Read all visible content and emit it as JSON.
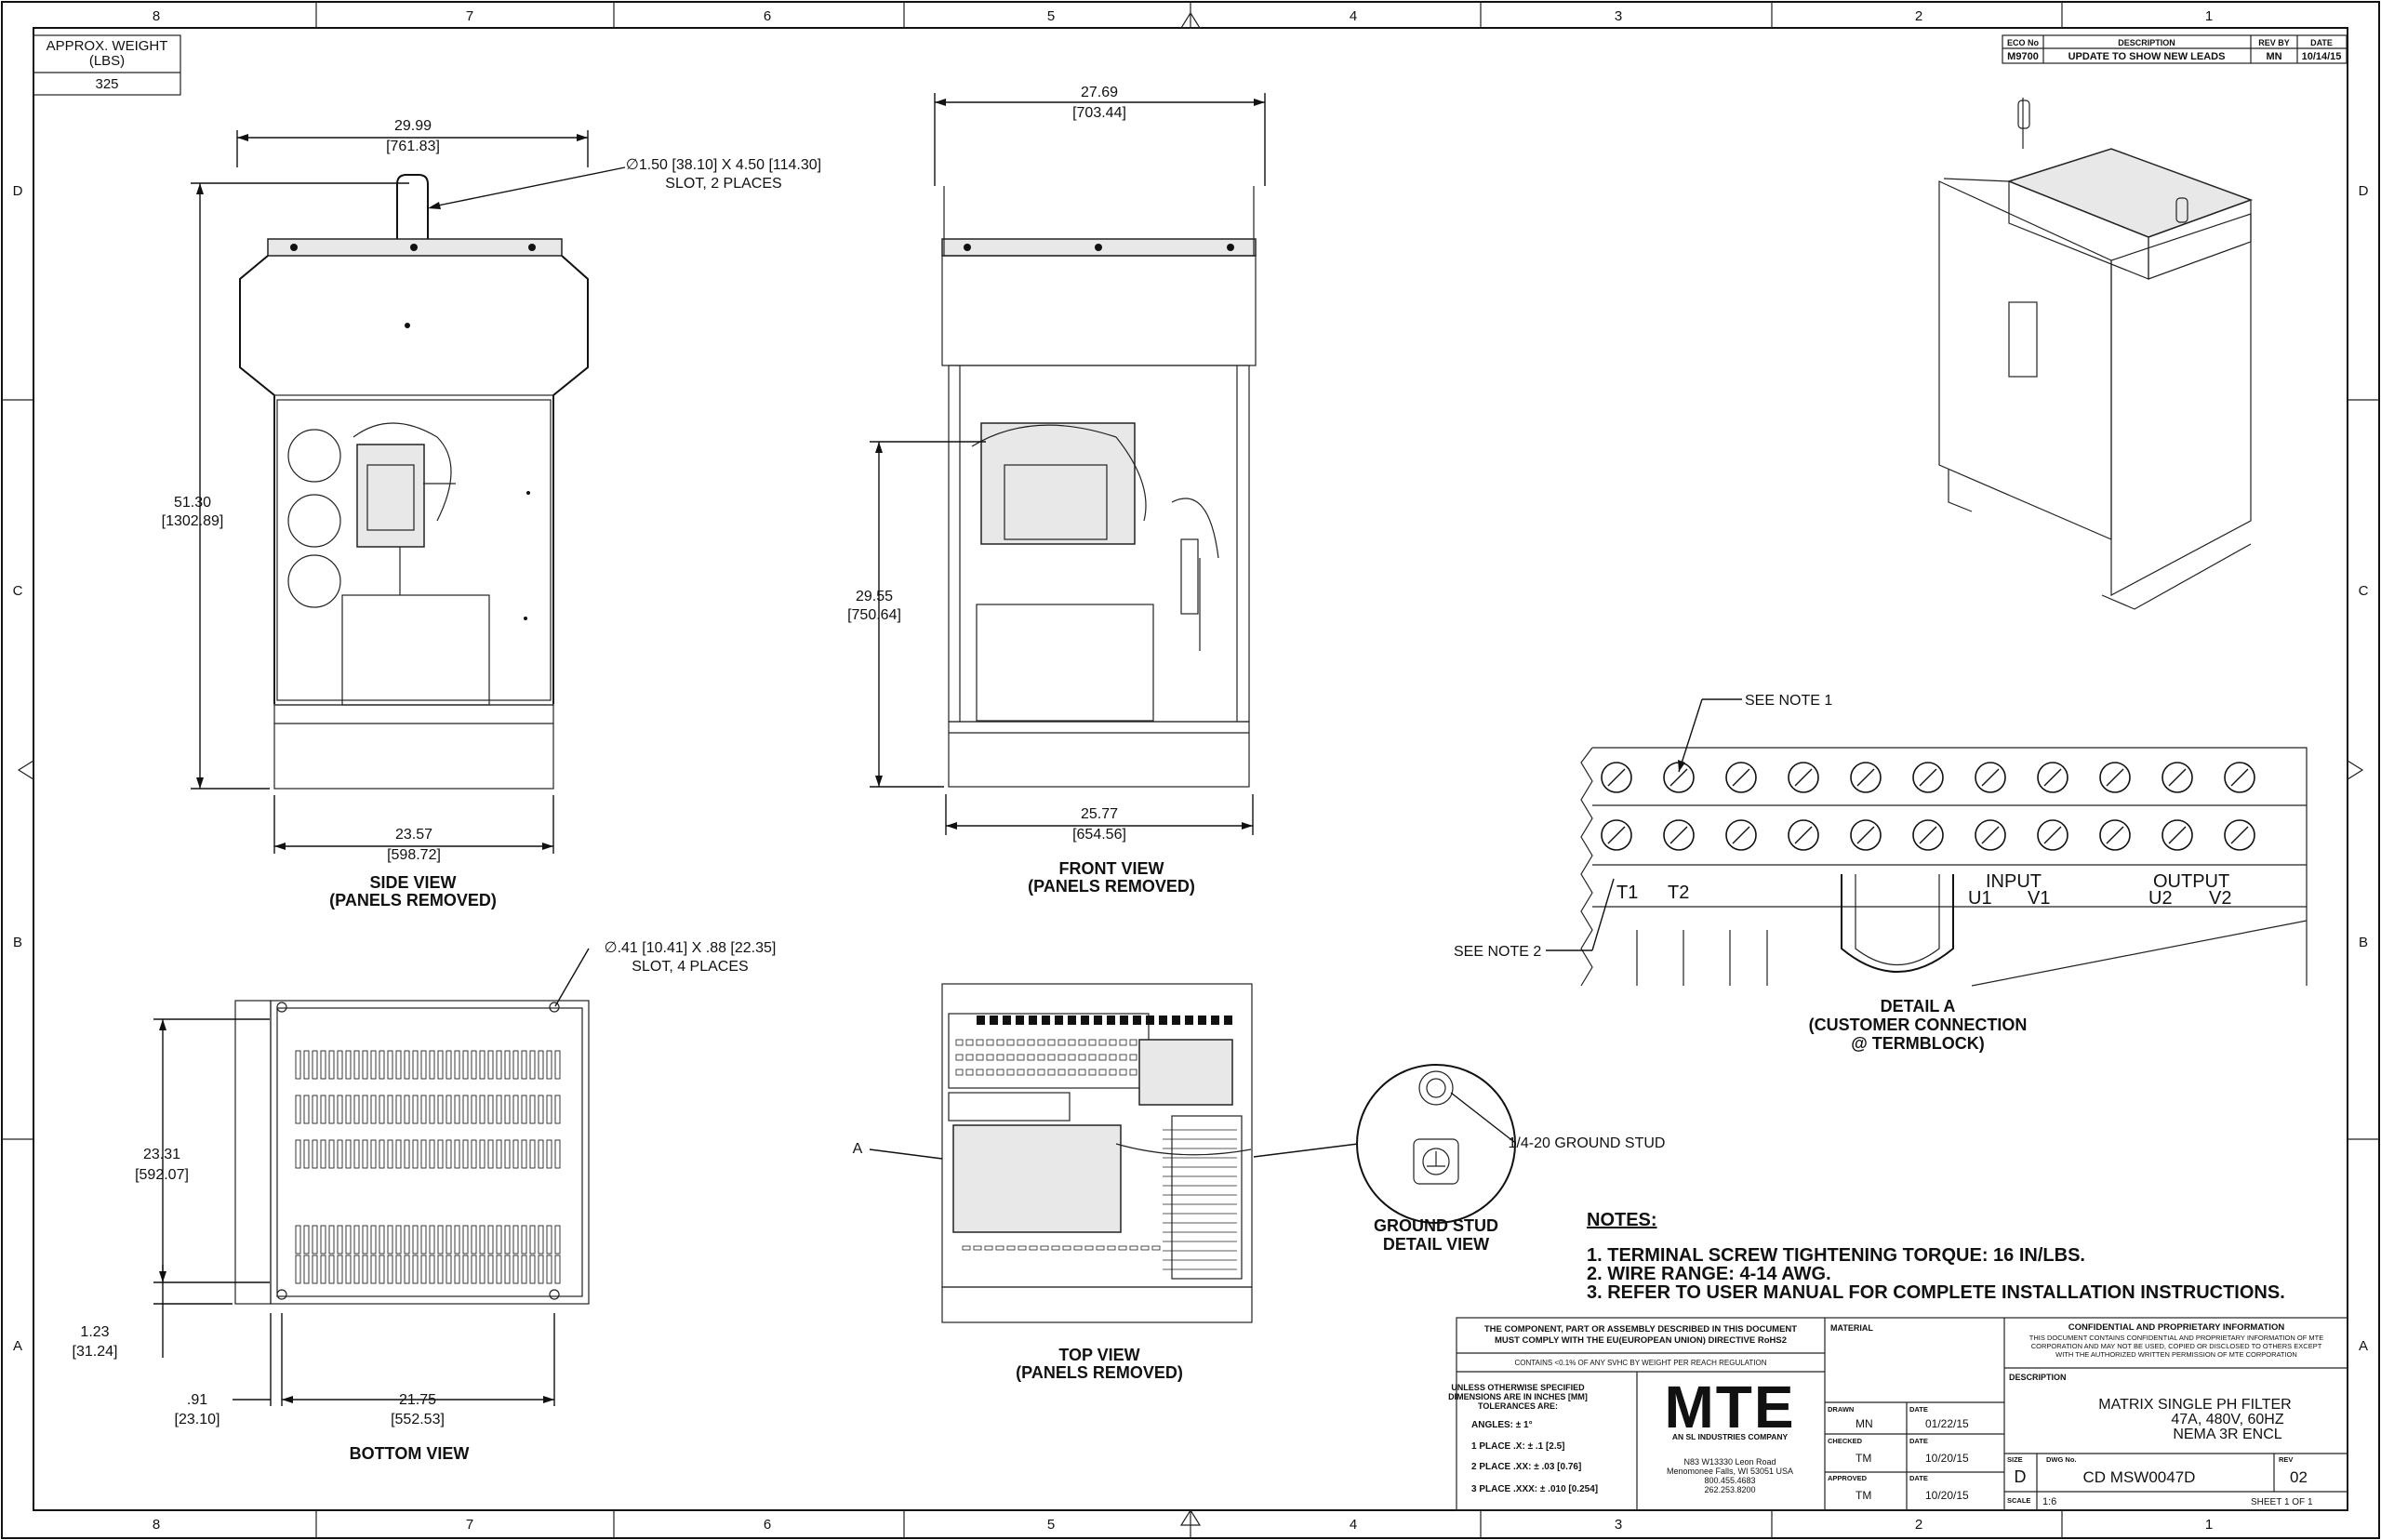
{
  "border": {
    "top_columns": [
      "8",
      "7",
      "6",
      "5",
      "4",
      "3",
      "2",
      "1"
    ],
    "bottom_columns": [
      "8",
      "7",
      "6",
      "5",
      "4",
      "3",
      "2",
      "1"
    ],
    "rows": [
      "D",
      "C",
      "B",
      "A"
    ]
  },
  "weight_box": {
    "label": "APPROX. WEIGHT\n(LBS)",
    "label_line1": "APPROX. WEIGHT",
    "label_line2": "(LBS)",
    "value": "325"
  },
  "revision_table": {
    "headers": [
      "ECO No",
      "DESCRIPTION",
      "REV BY",
      "DATE"
    ],
    "row": [
      "M9700",
      "UPDATE TO SHOW NEW LEADS",
      "MN",
      "10/14/15"
    ]
  },
  "side_view": {
    "title": "SIDE VIEW",
    "subtitle": "(PANELS REMOVED)",
    "dim_width_top": "29.99",
    "dim_width_top_mm": "[761.83]",
    "dim_height": "51.30",
    "dim_height_mm": "[1302.89]",
    "dim_width_bottom": "23.57",
    "dim_width_bottom_mm": "[598.72]",
    "slot_note_1": "∅1.50 [38.10] X 4.50 [114.30]",
    "slot_note_2": "SLOT, 2 PLACES"
  },
  "front_view": {
    "title": "FRONT VIEW",
    "subtitle": "(PANELS REMOVED)",
    "dim_width_top": "27.69",
    "dim_width_top_mm": "[703.44]",
    "dim_height": "29.55",
    "dim_height_mm": "[750.64]",
    "dim_width_bottom": "25.77",
    "dim_width_bottom_mm": "[654.56]"
  },
  "bottom_view": {
    "title": "BOTTOM VIEW",
    "slot_note_1": "∅.41 [10.41] X .88 [22.35]",
    "slot_note_2": "SLOT, 4 PLACES",
    "dim_height": "23.31",
    "dim_height_mm": "[592.07]",
    "dim_offset": "1.23",
    "dim_offset_mm": "[31.24]",
    "dim_left": ".91",
    "dim_left_mm": "[23.10]",
    "dim_width": "21.75",
    "dim_width_mm": "[552.53]"
  },
  "top_view": {
    "title": "TOP VIEW",
    "subtitle": "(PANELS REMOVED)",
    "callout": "A"
  },
  "ground_stud": {
    "title": "GROUND STUD",
    "subtitle": "DETAIL VIEW",
    "callout": "1/4-20 GROUND STUD"
  },
  "detail_a": {
    "title": "DETAIL A",
    "subtitle_1": "(CUSTOMER CONNECTION",
    "subtitle_2": "@ TERMBLOCK)",
    "note_1_callout": "SEE NOTE 1",
    "note_2_callout": "SEE NOTE 2",
    "terminals": [
      "T1",
      "T2",
      "U1",
      "V1",
      "U2",
      "V2"
    ],
    "group_labels": [
      "INPUT",
      "OUTPUT"
    ]
  },
  "notes": {
    "heading": "NOTES:",
    "items": [
      "1.  TERMINAL SCREW TIGHTENING TORQUE: 16 IN/LBS.",
      "2.  WIRE RANGE: 4-14 AWG.",
      "3.  REFER TO USER MANUAL FOR COMPLETE INSTALLATION INSTRUCTIONS."
    ]
  },
  "title_block": {
    "rohs_1": "THE COMPONENT, PART OR ASSEMBLY DESCRIBED IN THIS DOCUMENT",
    "rohs_2": "MUST COMPLY WITH THE EU(EUROPEAN UNION) DIRECTIVE RoHS2",
    "reach": "CONTAINS <0.1% OF ANY SVHC BY WEIGHT PER REACH REGULATION",
    "tol_1": "UNLESS OTHERWISE SPECIFIED",
    "tol_2": "DIMENSIONS ARE IN INCHES [MM]",
    "tol_3": "TOLERANCES ARE:",
    "angles": "ANGLES:  ± 1°",
    "place1": "1 PLACE .X:  ± .1 [2.5]",
    "place2": "2 PLACE .XX:  ± .03 [0.76]",
    "place3": "3 PLACE .XXX:  ± .010 [0.254]",
    "logo": "MTE",
    "logo_sub": "AN SL INDUSTRIES COMPANY",
    "addr_1": "N83 W13330 Leon Road",
    "addr_2": "Menomonee Falls, WI 53051 USA",
    "addr_3": "800.455.4683",
    "addr_4": "262.253.8200",
    "material_label": "MATERIAL",
    "drawn_label": "DRAWN",
    "drawn_by": "MN",
    "drawn_date_label": "DATE",
    "drawn_date": "01/22/15",
    "checked_label": "CHECKED",
    "checked_by": "TM",
    "checked_date_label": "DATE",
    "checked_date": "10/20/15",
    "approved_label": "APPROVED",
    "approved_by": "TM",
    "approved_date_label": "DATE",
    "approved_date": "10/20/15",
    "conf_title": "CONFIDENTIAL AND PROPRIETARY INFORMATION",
    "conf_1": "THIS DOCUMENT CONTAINS CONFIDENTIAL AND PROPRIETARY INFORMATION OF MTE",
    "conf_2": "CORPORATION AND MAY NOT BE USED, COPIED OR DISCLOSED TO OTHERS EXCEPT",
    "conf_3": "WITH THE AUTHORIZED WRITTEN PERMISSION OF MTE CORPORATION",
    "description_label": "DESCRIPTION",
    "desc_1": "MATRIX SINGLE PH FILTER",
    "desc_2": "47A, 480V, 60HZ",
    "desc_3": "NEMA 3R ENCL",
    "size_label": "SIZE",
    "size": "D",
    "dwg_label": "DWG No.",
    "dwg_no": "CD MSW0047D",
    "rev_label": "REV",
    "rev": "02",
    "scale_label": "SCALE",
    "scale": "1:6",
    "sheet": "SHEET 1  OF 1"
  }
}
